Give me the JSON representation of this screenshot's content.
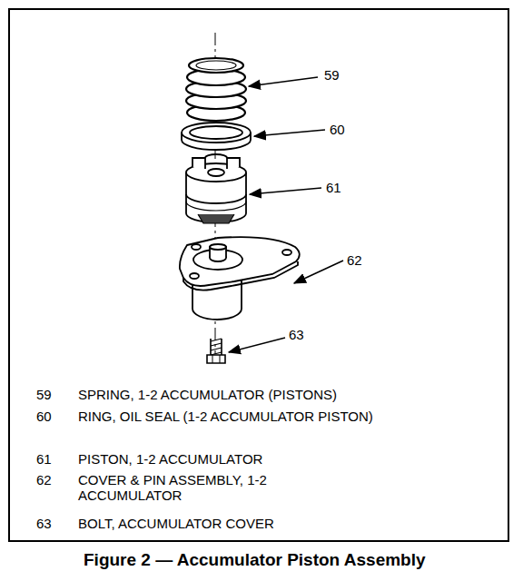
{
  "diagram": {
    "caption": "Figure 2 — Accumulator Piston Assembly",
    "labels": [
      "59",
      "60",
      "61",
      "62",
      "63",
      "59",
      "SPRING, 1-2 ACCUMULATOR (PISTONS)",
      "60",
      "RING, OIL SEAL (1-2 ACCUMULATOR PISTON)",
      "61",
      "PISTON, 1-2 ACCUMULATOR",
      "62",
      "COVER & PIN ASSEMBLY, 1-2 ACCUMULATOR",
      "63",
      "BOLT, ACCUMULATOR COVER"
    ]
  }
}
